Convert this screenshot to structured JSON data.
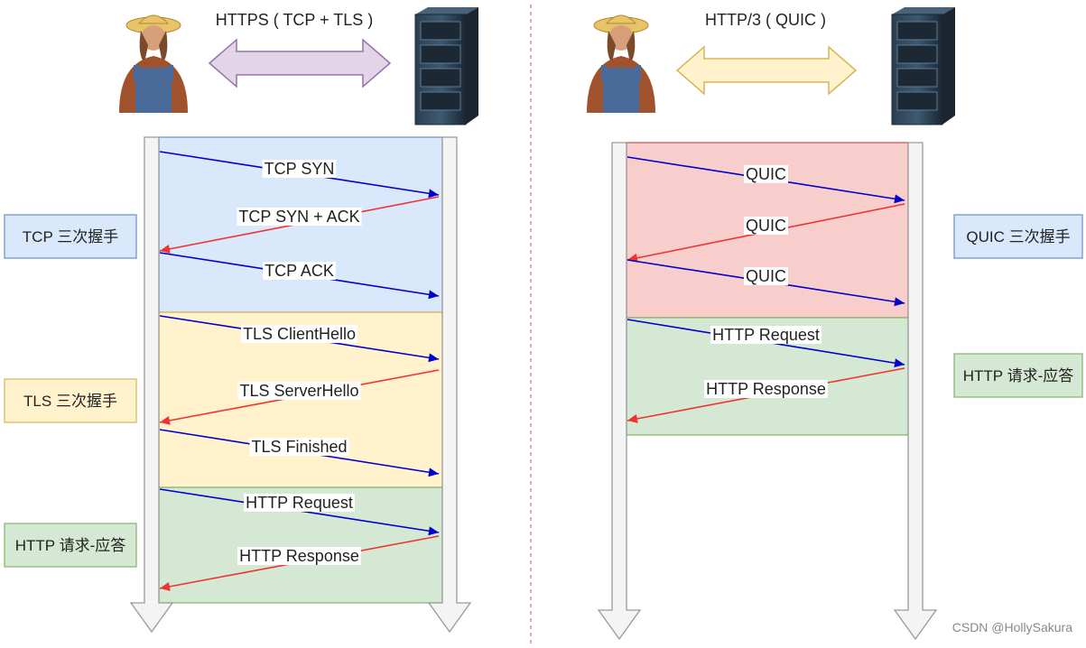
{
  "left": {
    "title": "HTTPS ( TCP + TLS )",
    "sections": [
      {
        "label": "TCP 三次握手",
        "color": "#dae8fc",
        "border": "#6c8ebf"
      },
      {
        "label": "TLS 三次握手",
        "color": "#fff2cc",
        "border": "#d6b656"
      },
      {
        "label": "HTTP 请求-应答",
        "color": "#d5e8d4",
        "border": "#82b366"
      }
    ],
    "messages": [
      {
        "text": "TCP SYN",
        "direction": "client-to-server",
        "color": "#0000cc"
      },
      {
        "text": "TCP SYN + ACK",
        "direction": "server-to-client",
        "color": "#ee3333"
      },
      {
        "text": "TCP ACK",
        "direction": "client-to-server",
        "color": "#0000cc"
      },
      {
        "text": "TLS ClientHello",
        "direction": "client-to-server",
        "color": "#0000cc"
      },
      {
        "text": "TLS ServerHello",
        "direction": "server-to-client",
        "color": "#ee3333"
      },
      {
        "text": "TLS Finished",
        "direction": "client-to-server",
        "color": "#0000cc"
      },
      {
        "text": "HTTP Request",
        "direction": "client-to-server",
        "color": "#0000cc"
      },
      {
        "text": "HTTP Response",
        "direction": "server-to-client",
        "color": "#ee3333"
      }
    ],
    "arrow_color": "#e1d5e7",
    "arrow_border": "#9673a6"
  },
  "right": {
    "title": "HTTP/3 ( QUIC )",
    "sections": [
      {
        "label": "QUIC 三次握手",
        "color": "#f8cecc",
        "border": "#b85450"
      },
      {
        "label": "HTTP 请求-应答",
        "color": "#d5e8d4",
        "border": "#82b366"
      }
    ],
    "side_label_colors": [
      "#dae8fc",
      "#d5e8d4"
    ],
    "messages": [
      {
        "text": "QUIC",
        "direction": "client-to-server",
        "color": "#0000cc"
      },
      {
        "text": "QUIC",
        "direction": "server-to-client",
        "color": "#ee3333"
      },
      {
        "text": "QUIC",
        "direction": "client-to-server",
        "color": "#0000cc"
      },
      {
        "text": "HTTP Request",
        "direction": "client-to-server",
        "color": "#0000cc"
      },
      {
        "text": "HTTP Response",
        "direction": "server-to-client",
        "color": "#ee3333"
      }
    ],
    "arrow_color": "#fff2cc",
    "arrow_border": "#d6b656"
  },
  "icons": {
    "client": "farmer-client-icon",
    "server": "server-rack-icon"
  },
  "watermark": "CSDN @HollySakura"
}
